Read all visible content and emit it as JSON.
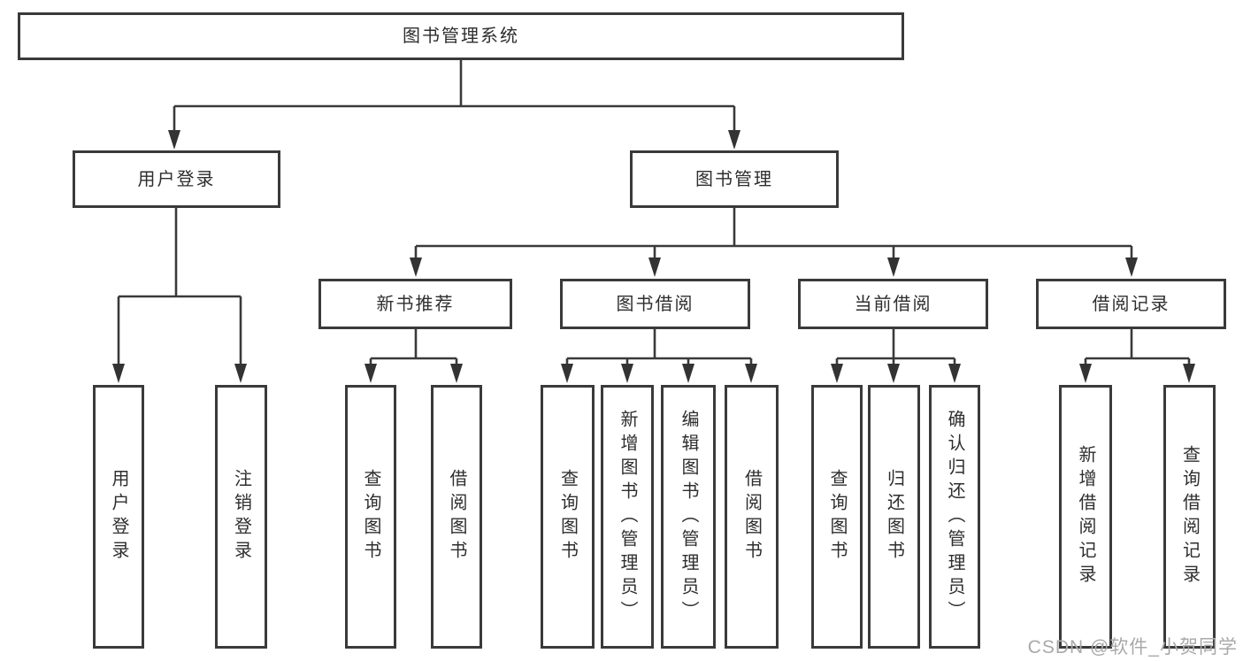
{
  "diagram": {
    "root": {
      "label": "图书管理系统"
    },
    "branches": [
      {
        "label": "用户登录",
        "children": [
          {
            "label": "用户登录"
          },
          {
            "label": "注销登录"
          }
        ]
      },
      {
        "label": "图书管理",
        "children": [
          {
            "label": "新书推荐",
            "children": [
              {
                "label": "查询图书"
              },
              {
                "label": "借阅图书"
              }
            ]
          },
          {
            "label": "图书借阅",
            "children": [
              {
                "label": "查询图书"
              },
              {
                "label": "新增图书（管理员）"
              },
              {
                "label": "编辑图书（管理员）"
              },
              {
                "label": "借阅图书"
              }
            ]
          },
          {
            "label": "当前借阅",
            "children": [
              {
                "label": "查询图书"
              },
              {
                "label": "归还图书"
              },
              {
                "label": "确认归还（管理员）"
              }
            ]
          },
          {
            "label": "借阅记录",
            "children": [
              {
                "label": "新增借阅记录"
              },
              {
                "label": "查询借阅记录"
              }
            ]
          }
        ]
      }
    ]
  },
  "watermark": "CSDN @软件_小贺同学",
  "colors": {
    "line": "#3a3a3a",
    "box_fill": "#ffffff",
    "text": "#2e2e2e",
    "watermark": "#a9a9a9"
  }
}
